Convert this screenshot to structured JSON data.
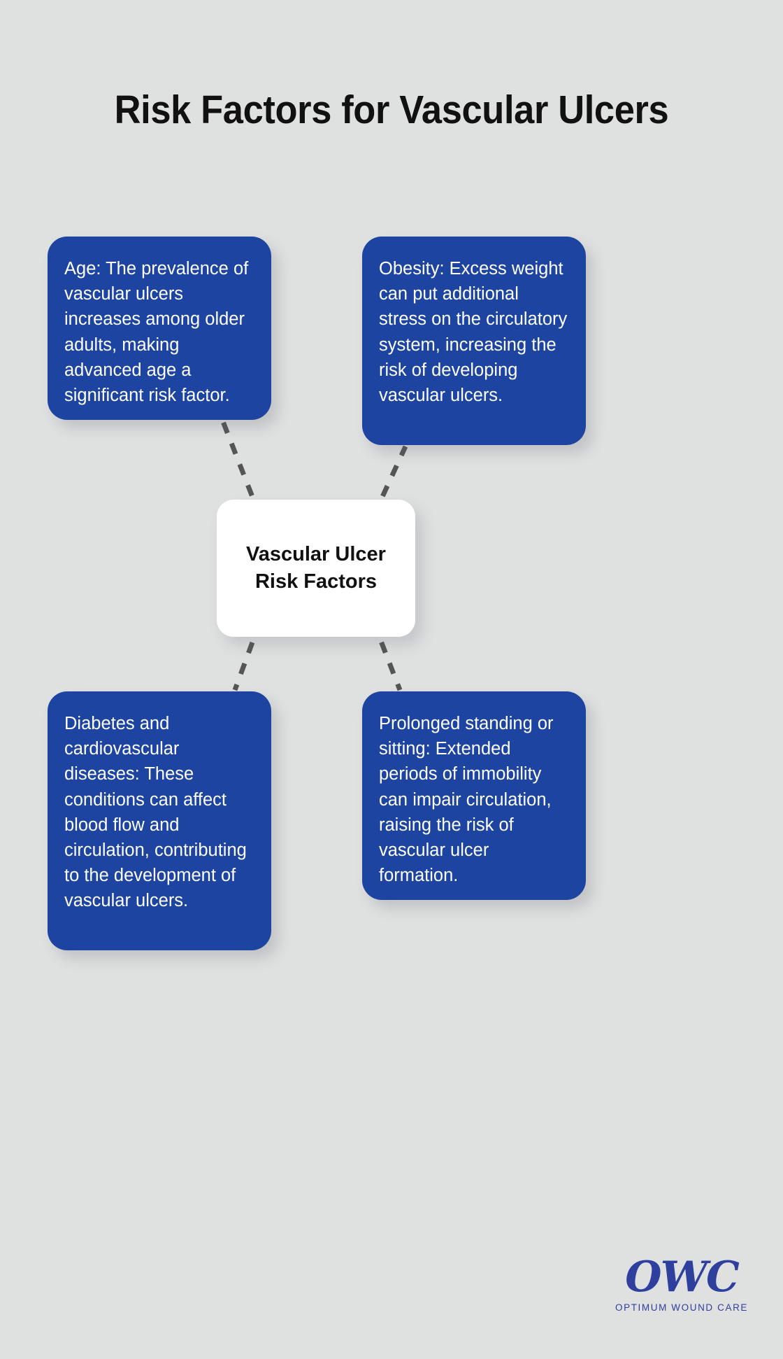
{
  "page": {
    "title": "Risk Factors for Vascular Ulcers",
    "background_color": "#dfe0e0",
    "card_color": "#1c44a0",
    "card_text_color": "#ffffff",
    "center_card_color": "#ffffff",
    "center_text_color": "#111111",
    "connector_color": "#555555",
    "logo_color": "#2f3f9e"
  },
  "center": {
    "label": "Vascular Ulcer\nRisk Factors"
  },
  "cards": [
    {
      "id": "age",
      "position": "top-left",
      "text": "Age: The prevalence of vascular ulcers increases among older adults, making advanced age a significant risk factor."
    },
    {
      "id": "obesity",
      "position": "top-right",
      "text": "Obesity: Excess weight can put additional stress on the circulatory system, increasing the risk of developing vascular ulcers."
    },
    {
      "id": "diabetes",
      "position": "bottom-left",
      "text": "Diabetes and cardiovascular diseases: These conditions can affect blood flow and circulation, contributing to the development of vascular ulcers."
    },
    {
      "id": "immobility",
      "position": "bottom-right",
      "text": "Prolonged standing or sitting: Extended periods of immobility can impair circulation, raising the risk of vascular ulcer formation."
    }
  ],
  "logo": {
    "mark": "OWC",
    "subtitle": "OPTIMUM WOUND CARE"
  },
  "chart_data": {
    "type": "diagram",
    "diagram_kind": "mind-map",
    "title": "Risk Factors for Vascular Ulcers",
    "center_node": "Vascular Ulcer Risk Factors",
    "nodes": [
      "Age: The prevalence of vascular ulcers increases among older adults, making advanced age a significant risk factor.",
      "Obesity: Excess weight can put additional stress on the circulatory system, increasing the risk of developing vascular ulcers.",
      "Diabetes and cardiovascular diseases: These conditions can affect blood flow and circulation, contributing to the development of vascular ulcers.",
      "Prolonged standing or sitting: Extended periods of immobility can impair circulation, raising the risk of vascular ulcer formation."
    ],
    "edges": [
      {
        "from": "Vascular Ulcer Risk Factors",
        "to": "Age",
        "style": "dashed"
      },
      {
        "from": "Vascular Ulcer Risk Factors",
        "to": "Obesity",
        "style": "dashed"
      },
      {
        "from": "Vascular Ulcer Risk Factors",
        "to": "Diabetes and cardiovascular diseases",
        "style": "dashed"
      },
      {
        "from": "Vascular Ulcer Risk Factors",
        "to": "Prolonged standing or sitting",
        "style": "dashed"
      }
    ],
    "legend": []
  }
}
